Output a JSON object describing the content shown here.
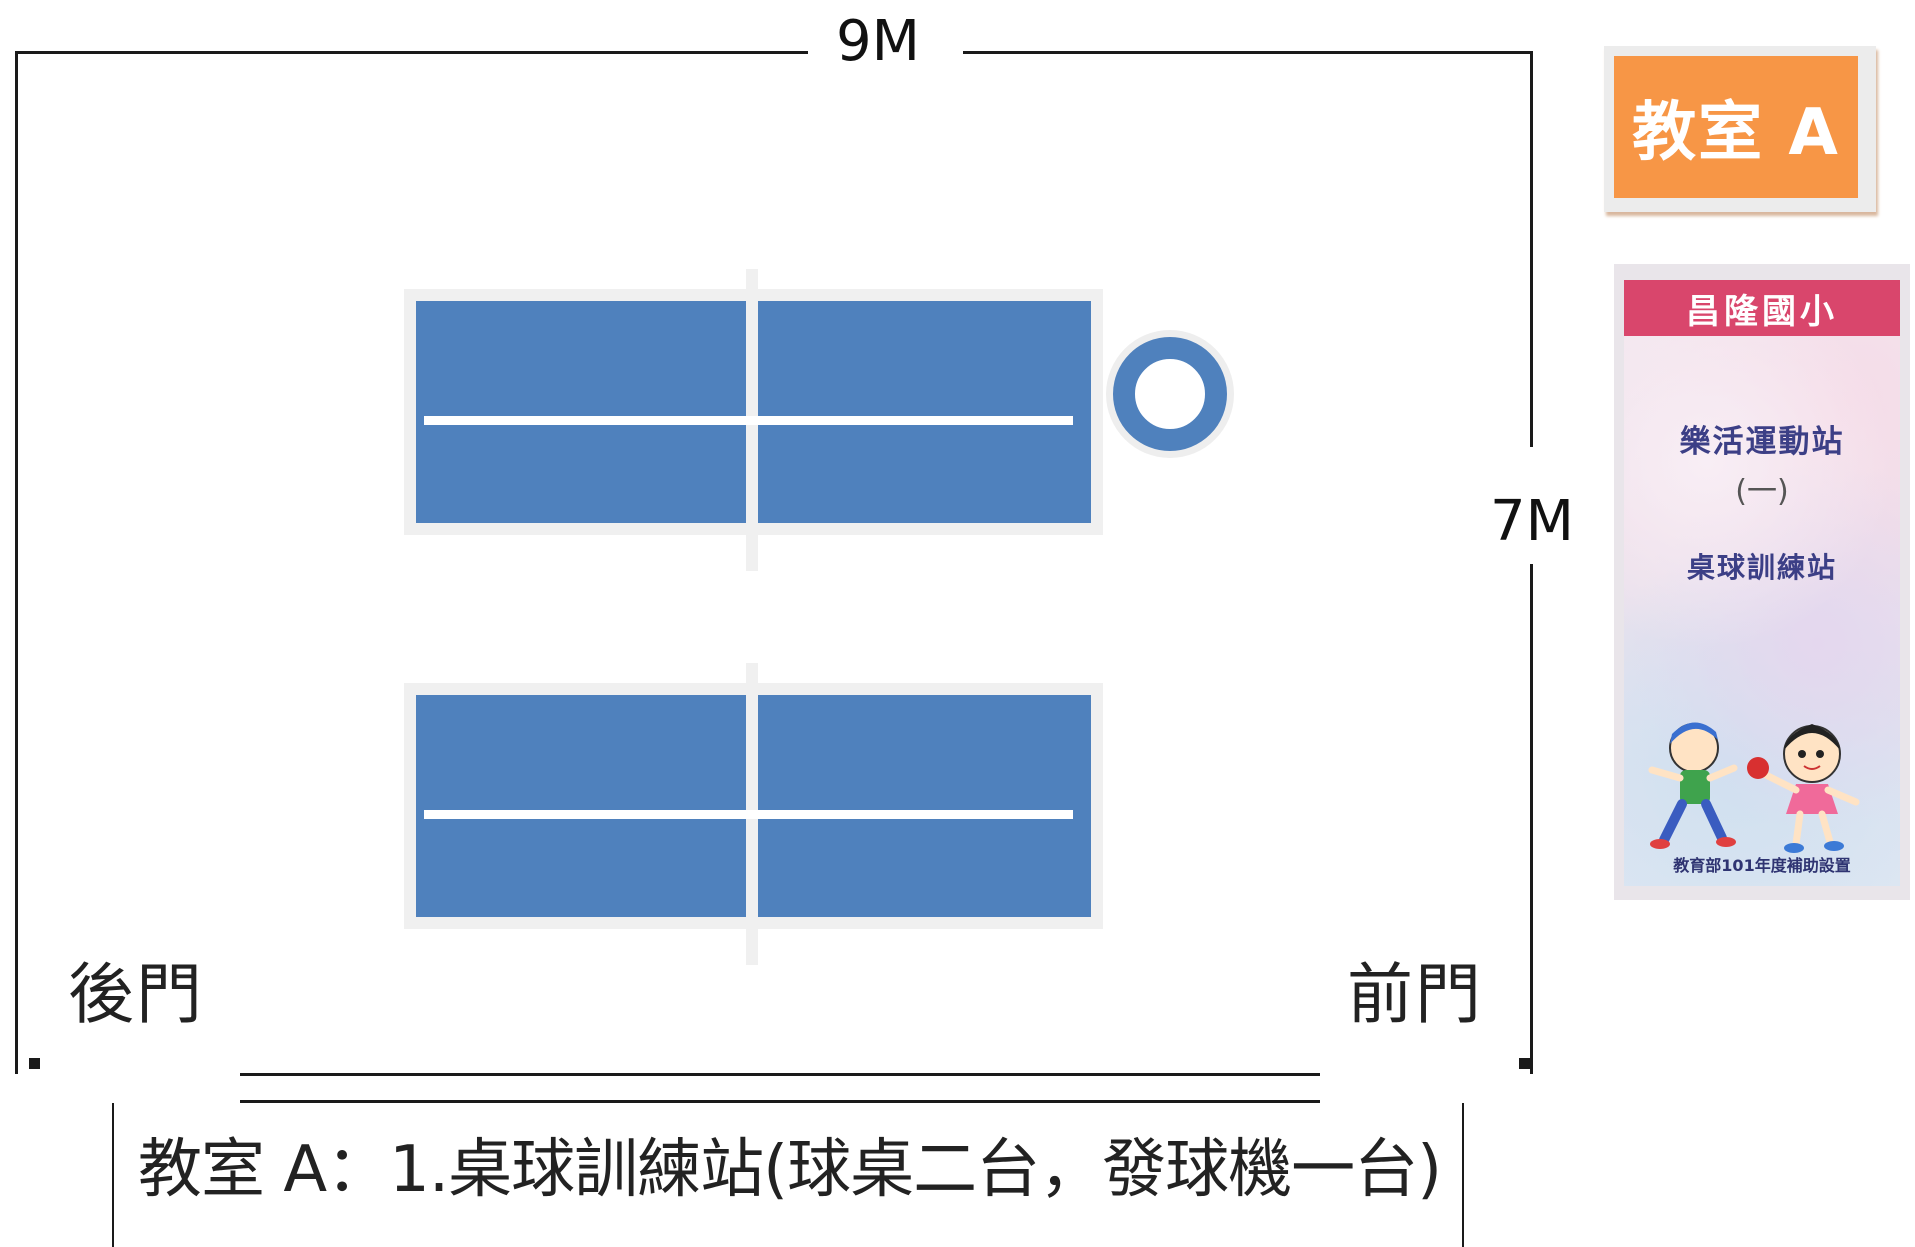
{
  "room": {
    "width_label": "9M",
    "height_label": "7M",
    "back_door": "後門",
    "front_door": "前門"
  },
  "badge": {
    "label": "教室 A",
    "color": "#f79646"
  },
  "caption": "教室 A：1.桌球訓練站(球桌二台，發球機一台)",
  "tables": [
    {
      "name": "ping-pong-table-1"
    },
    {
      "name": "ping-pong-table-2"
    }
  ],
  "serving_machine": {
    "icon": "serving-machine-ring"
  },
  "poster": {
    "school": "昌隆國小",
    "title": "樂活運動站",
    "subtitle": "(一)",
    "station": "桌球訓練站",
    "footer": "教育部101年度補助設置"
  },
  "colors": {
    "table": "#4f81bd",
    "poster_header": "#d9466c"
  }
}
